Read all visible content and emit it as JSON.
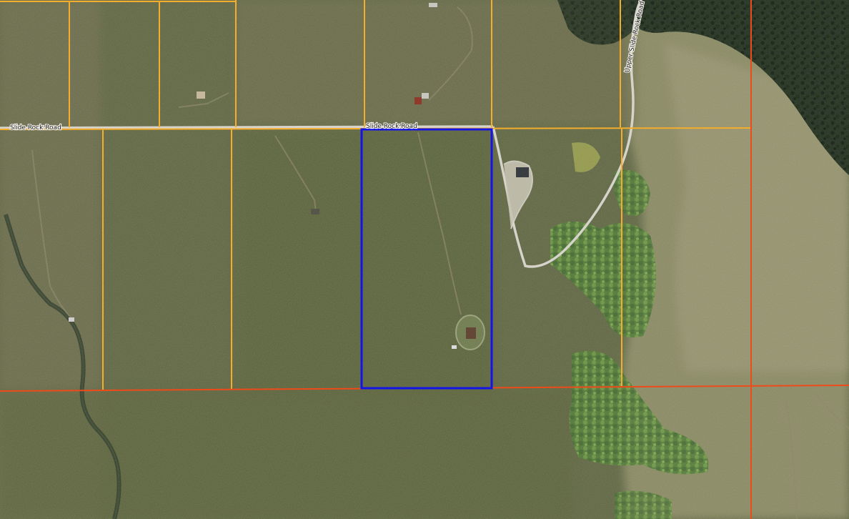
{
  "map": {
    "labels": {
      "road_west": "Slide Rock Road",
      "road_center": "Slide Rock Road",
      "road_north": "Upper Slide Rock Road"
    },
    "colors": {
      "parcel_line": "#f4ad2c",
      "section_line": "#ee4a1a",
      "selected_parcel": "#1414e6",
      "road": "#d9d6cc"
    }
  }
}
